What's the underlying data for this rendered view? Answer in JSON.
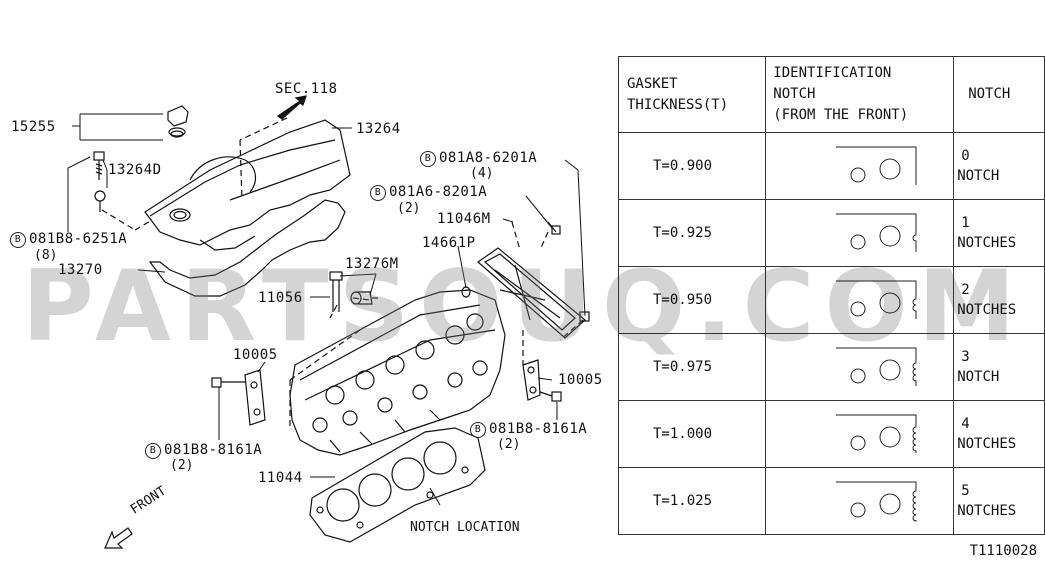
{
  "labels": {
    "sec": "SEC.118",
    "p15255": "15255",
    "p13264": "13264",
    "p13264d": "13264D",
    "b_6251_code": "081B8-6251A",
    "b_6251_qty": "(8)",
    "b_6201_code": "081A8-6201A",
    "b_6201_qty": "(4)",
    "b_8201_code": "081A6-8201A",
    "b_8201_qty": "(2)",
    "p11046m": "11046M",
    "p14661p": "14661P",
    "p13270": "13270",
    "p13276m": "13276M",
    "p11056": "11056",
    "p10005_left": "10005",
    "p10005_right": "10005",
    "b_8161_left_code": "081B8-8161A",
    "b_8161_left_qty": "(2)",
    "b_8161_right_code": "081B8-8161A",
    "b_8161_right_qty": "(2)",
    "p11044": "11044",
    "notch_location": "NOTCH LOCATION",
    "front": "FRONT",
    "bolt_symbol": "B"
  },
  "table": {
    "headers": [
      "GASKET THICKNESS(T)",
      "IDENTIFICATION NOTCH (FROM THE FRONT)",
      "NOTCH"
    ],
    "header_lines": [
      [
        "GASKET",
        "THICKNESS(T)"
      ],
      [
        "IDENTIFICATION",
        "NOTCH",
        "(FROM THE FRONT)"
      ],
      [
        "NOTCH"
      ]
    ],
    "rows": [
      {
        "thickness": "T=0.900",
        "notch_count": 0,
        "notch_num": "0",
        "notch_word": "NOTCH"
      },
      {
        "thickness": "T=0.925",
        "notch_count": 1,
        "notch_num": "1",
        "notch_word": "NOTCHES"
      },
      {
        "thickness": "T=0.950",
        "notch_count": 2,
        "notch_num": "2",
        "notch_word": "NOTCHES"
      },
      {
        "thickness": "T=0.975",
        "notch_count": 3,
        "notch_num": "3",
        "notch_word": "NOTCH"
      },
      {
        "thickness": "T=1.000",
        "notch_count": 4,
        "notch_num": "4",
        "notch_word": "NOTCHES"
      },
      {
        "thickness": "T=1.025",
        "notch_count": 5,
        "notch_num": "5",
        "notch_word": "NOTCHES"
      }
    ]
  },
  "watermark": "PARTSOUQ.COM",
  "figure_code": "T1110028"
}
